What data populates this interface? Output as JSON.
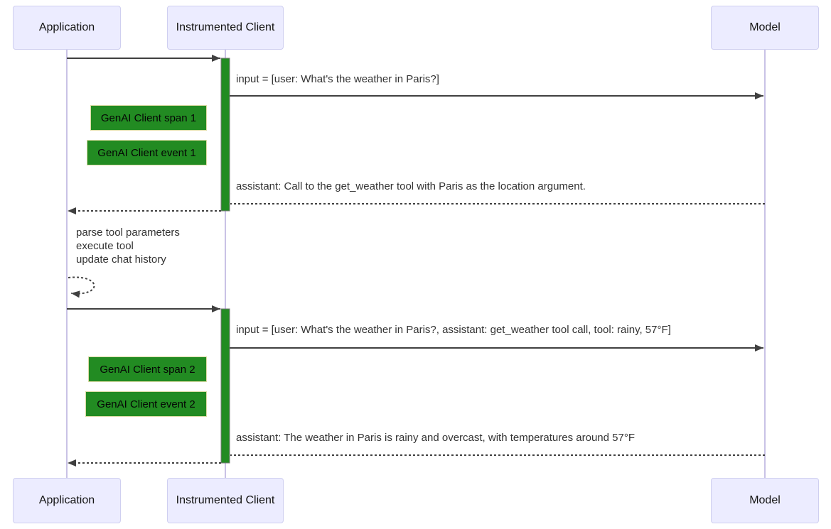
{
  "diagram": {
    "actors": [
      {
        "label": "Application"
      },
      {
        "label": "Instrumented Client"
      },
      {
        "label": "Model"
      }
    ],
    "messages": {
      "request1": "input = [user: What's the weather in Paris?]",
      "response1": "assistant: Call to the get_weather tool with Paris as the location argument.",
      "process_lines": [
        "parse tool parameters",
        "execute tool",
        "update chat history"
      ],
      "request2": "input = [user: What's the weather in Paris?, assistant: get_weather tool call, tool: rainy, 57°F]",
      "response2": "assistant: The weather in Paris is rainy and overcast, with temperatures around 57°F"
    },
    "notes": [
      {
        "label": "GenAI Client span 1"
      },
      {
        "label": "GenAI Client event 1"
      },
      {
        "label": "GenAI Client span 2"
      },
      {
        "label": "GenAI Client event 2"
      }
    ],
    "colors": {
      "actor_fill": "#ECECFF",
      "actor_border": "#CFCFF0",
      "lifeline": "#C9C2E6",
      "activation_fill": "#228B22",
      "activation_border": "#7A7A7A",
      "note_fill": "#228B22",
      "note_border": "#DBDBA4",
      "line": "#404040",
      "text": "#333333"
    }
  }
}
